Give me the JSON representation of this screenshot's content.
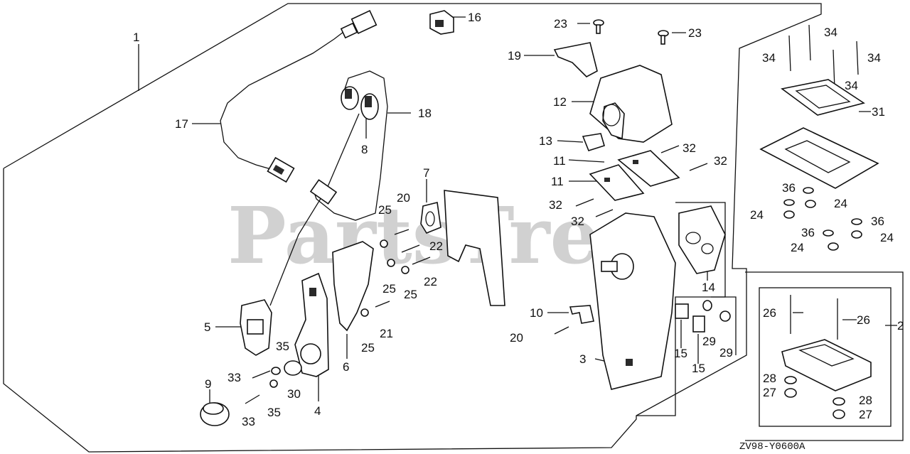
{
  "watermark": "PartsTree",
  "diagram_code": "ZV98-Y0600A",
  "callouts": {
    "c1": "1",
    "c2": "2",
    "c3": "3",
    "c4": "4",
    "c5": "5",
    "c6": "6",
    "c7": "7",
    "c8": "8",
    "c9": "9",
    "c10": "10",
    "c11a": "11",
    "c11b": "11",
    "c12": "12",
    "c13": "13",
    "c14": "14",
    "c15a": "15",
    "c15b": "15",
    "c16": "16",
    "c17": "17",
    "c18": "18",
    "c19": "19",
    "c20a": "20",
    "c20b": "20",
    "c21": "21",
    "c22a": "22",
    "c22b": "22",
    "c23a": "23",
    "c23b": "23",
    "c24a": "24",
    "c24b": "24",
    "c24c": "24",
    "c24d": "24",
    "c25a": "25",
    "c25b": "25",
    "c25c": "25",
    "c25d": "25",
    "c26a": "26",
    "c26b": "26",
    "c27a": "27",
    "c27b": "27",
    "c28a": "28",
    "c28b": "28",
    "c29a": "29",
    "c29b": "29",
    "c30": "30",
    "c31": "31",
    "c32a": "32",
    "c32b": "32",
    "c32c": "32",
    "c32d": "32",
    "c33a": "33",
    "c33b": "33",
    "c34a": "34",
    "c34b": "34",
    "c34c": "34",
    "c34d": "34",
    "c35a": "35",
    "c35b": "35",
    "c36a": "36",
    "c36b": "36",
    "c36c": "36"
  }
}
